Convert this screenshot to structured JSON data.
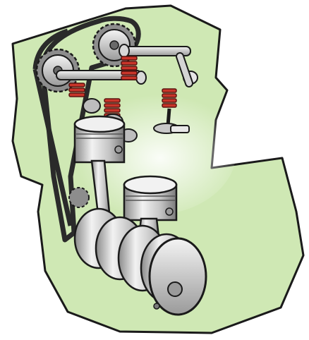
{
  "figure": {
    "subject": "engine-cutaway",
    "colors": {
      "block": "#cfe8b4",
      "outline": "#1a1a1a",
      "metal_light": "#eeeeee",
      "metal_mid": "#b8b8b8",
      "metal_dark": "#7a7a7a",
      "spring": "#c9352a",
      "belt": "#2a2a2a",
      "background": "#ffffff"
    },
    "icons": [
      "engine-block",
      "timing-belt",
      "camshaft",
      "valve-spring",
      "valve",
      "piston",
      "connecting-rod",
      "crankshaft"
    ]
  }
}
